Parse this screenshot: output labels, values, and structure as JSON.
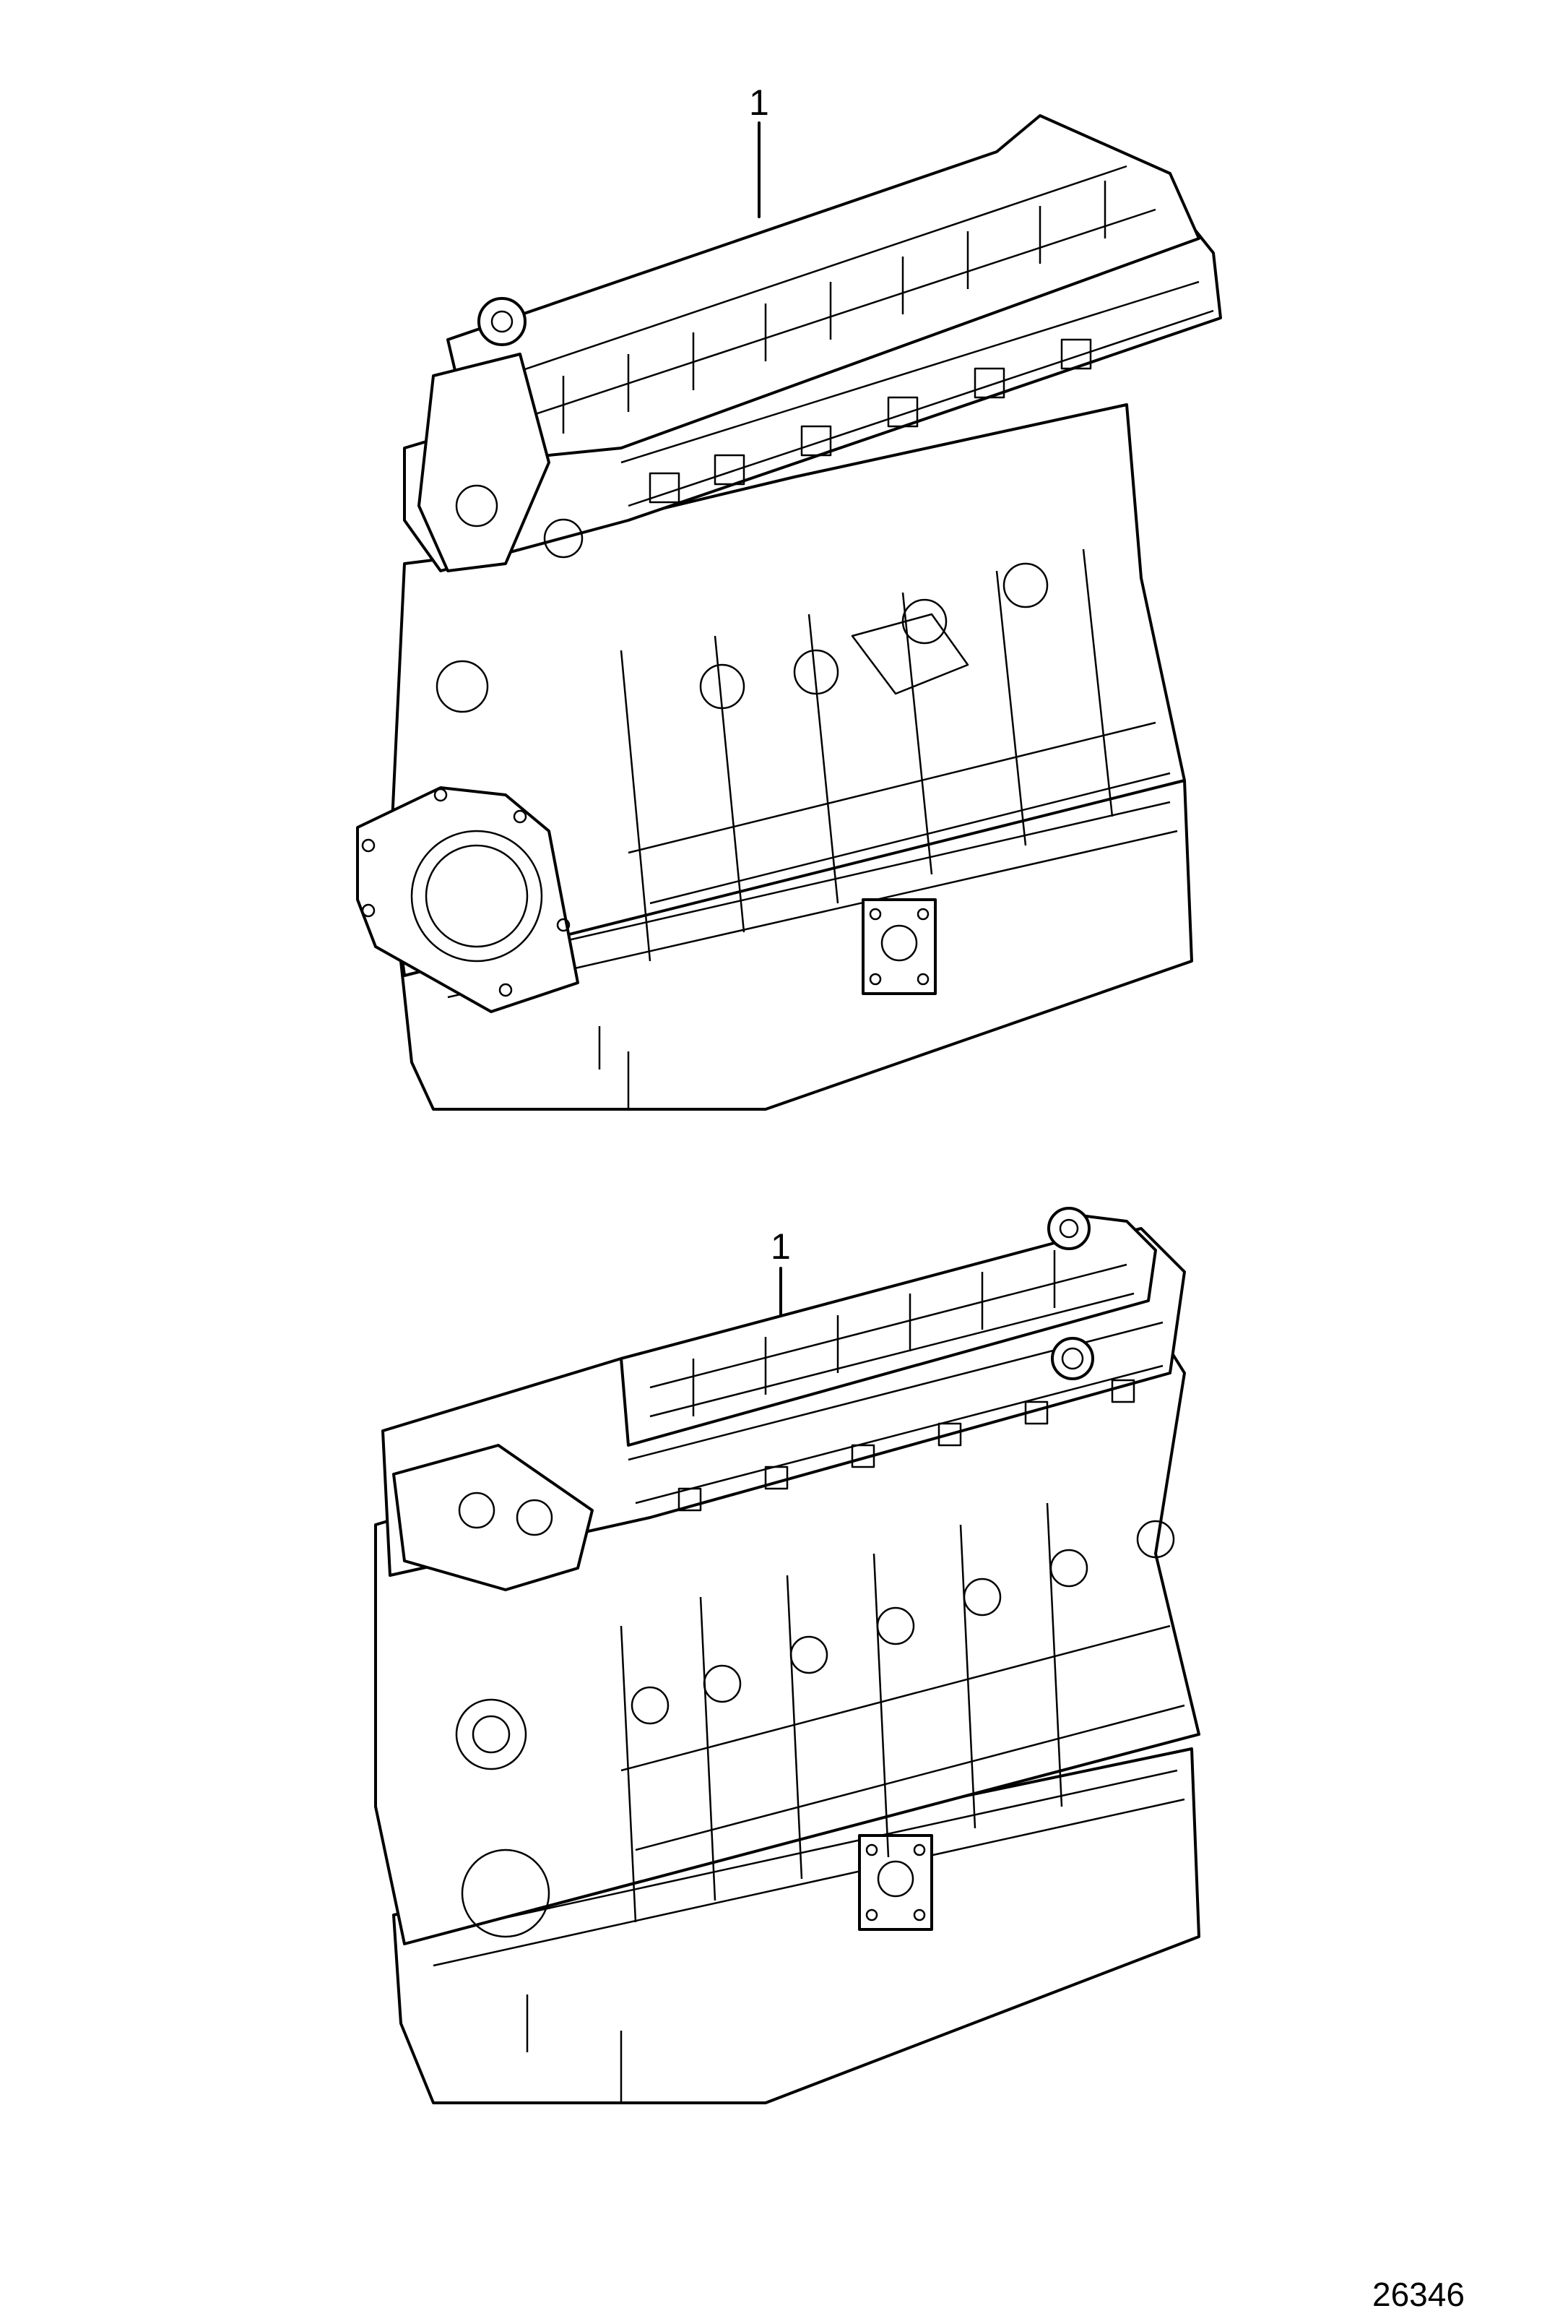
{
  "figure": {
    "reference_number": "26346"
  },
  "views": [
    {
      "callout": "1"
    },
    {
      "callout": "1"
    }
  ]
}
